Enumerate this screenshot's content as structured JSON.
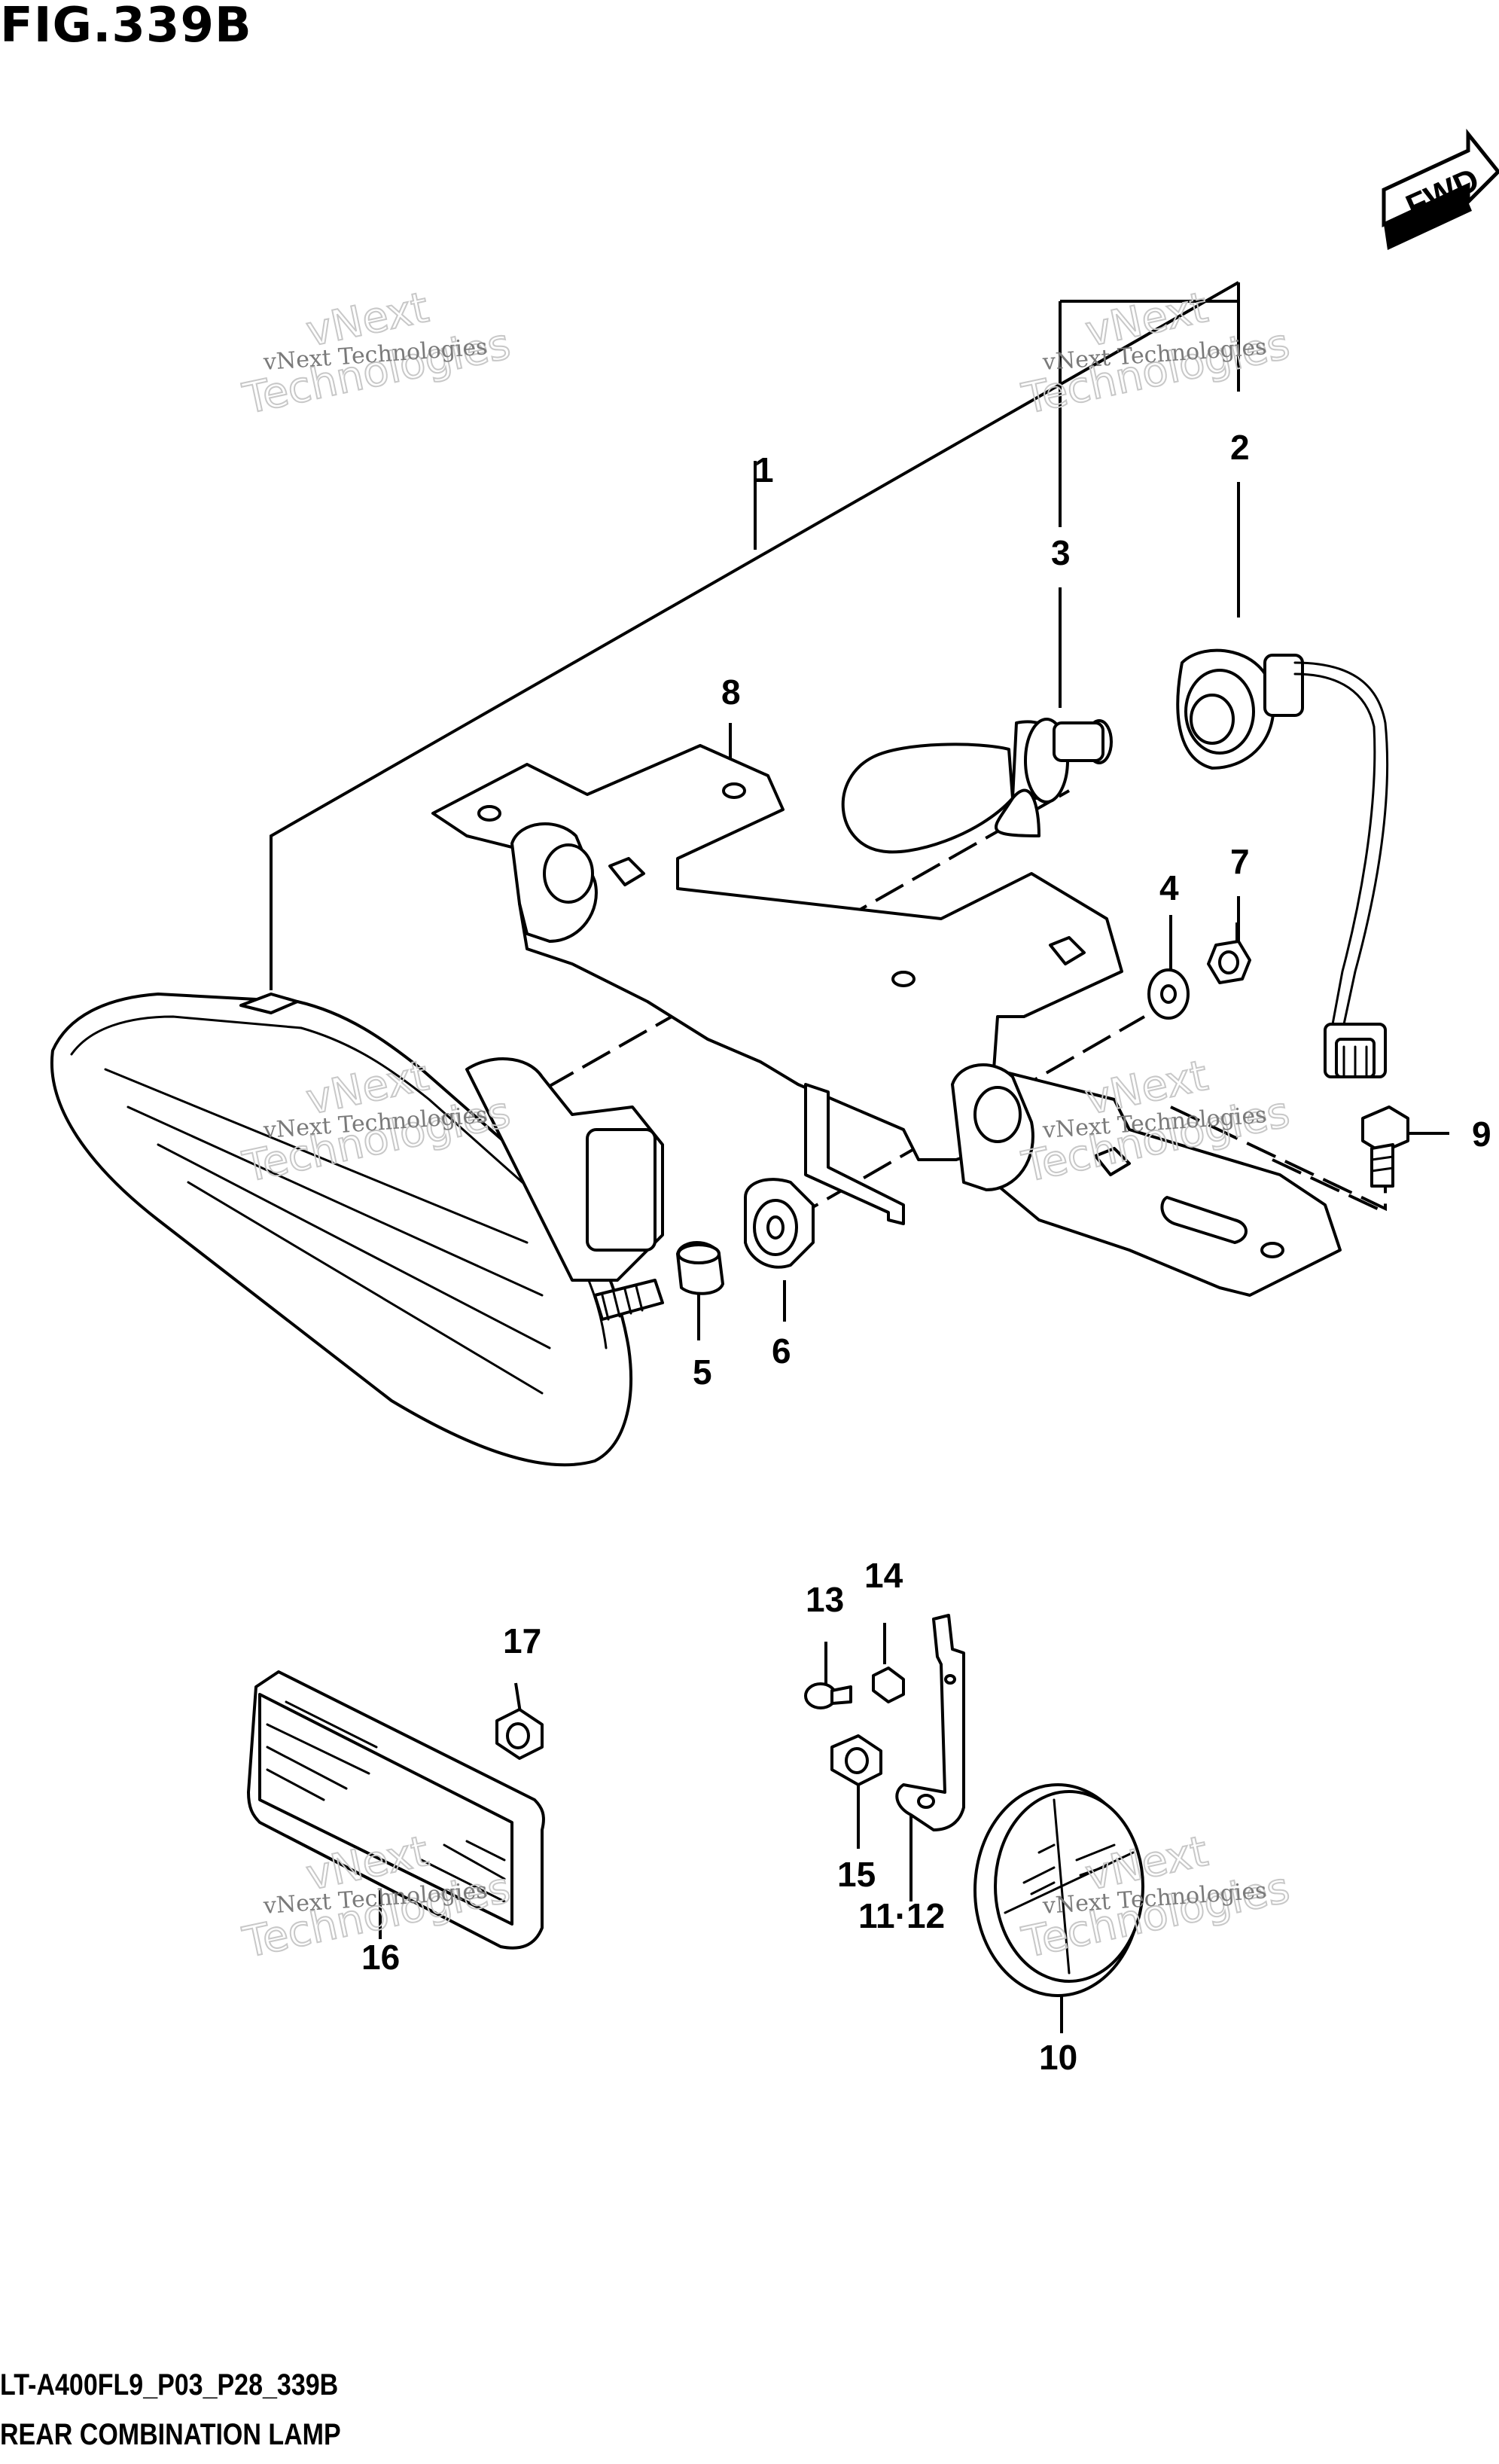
{
  "figure": {
    "title": "FIG.339B",
    "diagram_code": "LT-A400FL9_P03_P28_339B",
    "diagram_name": "REAR COMBINATION LAMP",
    "direction_label": "FWD"
  },
  "callouts": [
    "1",
    "2",
    "3",
    "4",
    "5",
    "6",
    "7",
    "8",
    "9",
    "10",
    "11·12",
    "13",
    "14",
    "15",
    "16",
    "17"
  ],
  "watermark": {
    "line_text": "vNext Technologies",
    "word_1": "vNext",
    "word_2": "Technologies"
  },
  "colors": {
    "ink": "#000000",
    "background": "#ffffff",
    "watermark": "#c8c8c8"
  }
}
